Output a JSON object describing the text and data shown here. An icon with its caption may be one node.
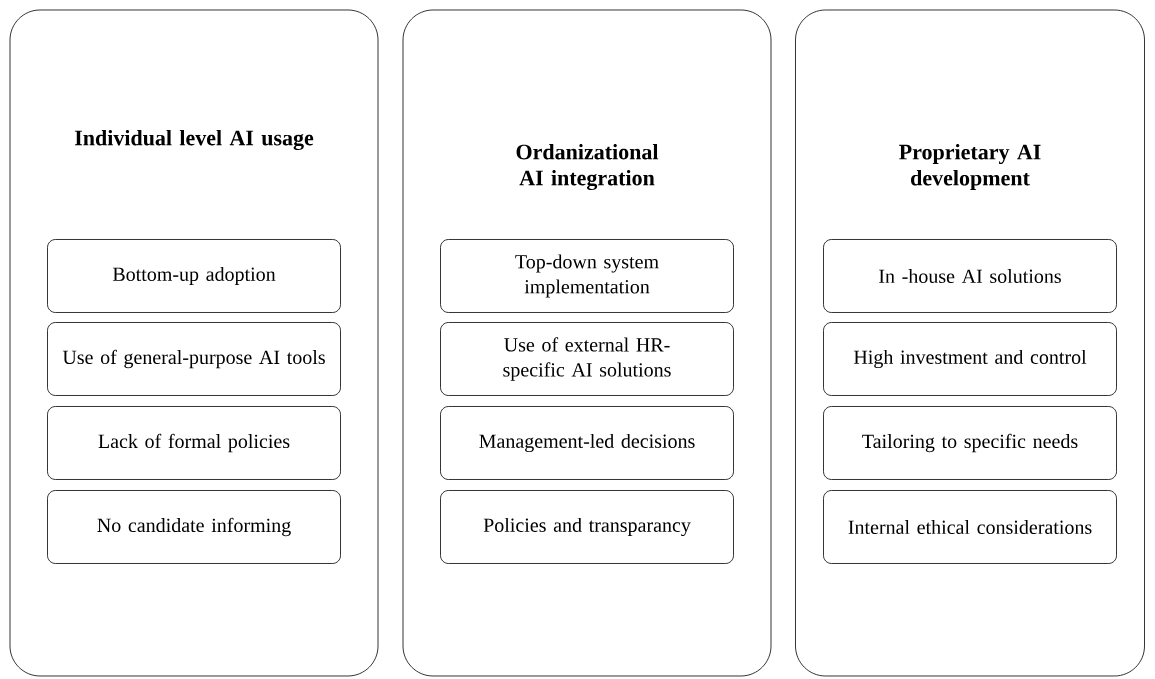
{
  "diagram": {
    "nodes": [
      {
        "text": [
          "Individual level AI usage"
        ]
      },
      {
        "text": [
          "Bottom-up adoption"
        ],
        "in": 0
      },
      {
        "text": [
          "Use of general-purpose AI tools"
        ],
        "in": 0
      },
      {
        "text": [
          "Lack of formal policies"
        ],
        "in": 0
      },
      {
        "text": [
          "No candidate informing"
        ],
        "in": 0
      },
      {
        "text": [
          "Ordanizational AI integration"
        ]
      },
      {
        "text": [
          "Top-down system implementation"
        ],
        "in": 5
      },
      {
        "text": [
          "Use of external HR-specific AI solutions"
        ],
        "in": 5
      },
      {
        "text": [
          "Management-led decisions"
        ],
        "in": 5
      },
      {
        "text": [
          "Policies and transparancy"
        ],
        "in": 5
      },
      {
        "text": [
          "Proprietary AI development"
        ]
      },
      {
        "text": [
          "In -house AI solutions"
        ],
        "in": 10
      },
      {
        "text": [
          "High investment and control"
        ],
        "in": 10
      },
      {
        "text": [
          "Tailoring to specific needs"
        ],
        "in": 10
      },
      {
        "text": [
          "Internal ethical considerations"
        ],
        "in": 10
      }
    ]
  }
}
